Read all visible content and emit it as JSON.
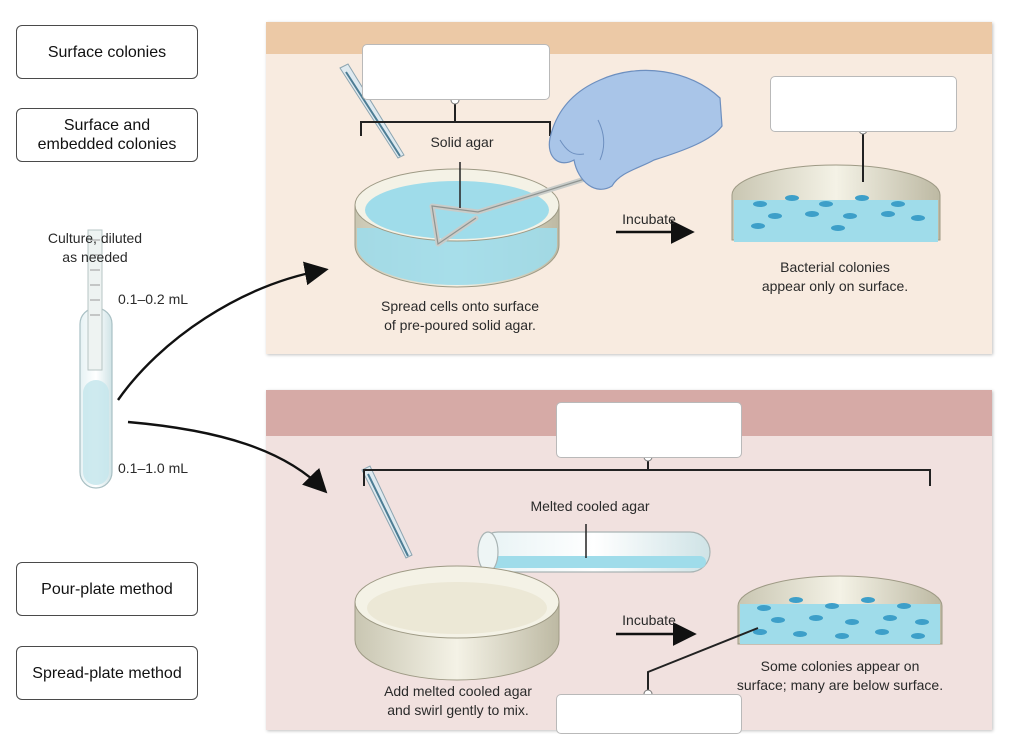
{
  "word_bank": {
    "cards": [
      {
        "text": "Surface colonies"
      },
      {
        "text": "Surface and\nembedded colonies"
      },
      {
        "text": "Pour-plate method"
      },
      {
        "text": "Spread-plate method"
      }
    ]
  },
  "left": {
    "culture_label": "Culture, diluted\nas needed",
    "volume_top": "0.1–0.2 mL",
    "volume_bottom": "0.1–1.0 mL"
  },
  "top_panel": {
    "header_color": "#ecc9a6",
    "body_color": "#f8ebe0",
    "solid_agar": "Solid agar",
    "spread_caption": "Spread cells onto surface\nof pre-poured solid agar.",
    "incubate": "Incubate",
    "result_caption": "Bacterial colonies\nappear only on surface."
  },
  "bottom_panel": {
    "header_color": "#d6aaa6",
    "body_color": "#f1e1df",
    "melted_agar": "Melted cooled agar",
    "pour_caption": "Add melted cooled agar\nand swirl gently to mix.",
    "incubate": "Incubate",
    "result_caption": "Some colonies appear on\nsurface; many are below surface."
  },
  "colors": {
    "agar_blue": "#9fdcea",
    "colony_blue": "#3d9fc9",
    "glove_blue": "#a9c5e8"
  }
}
